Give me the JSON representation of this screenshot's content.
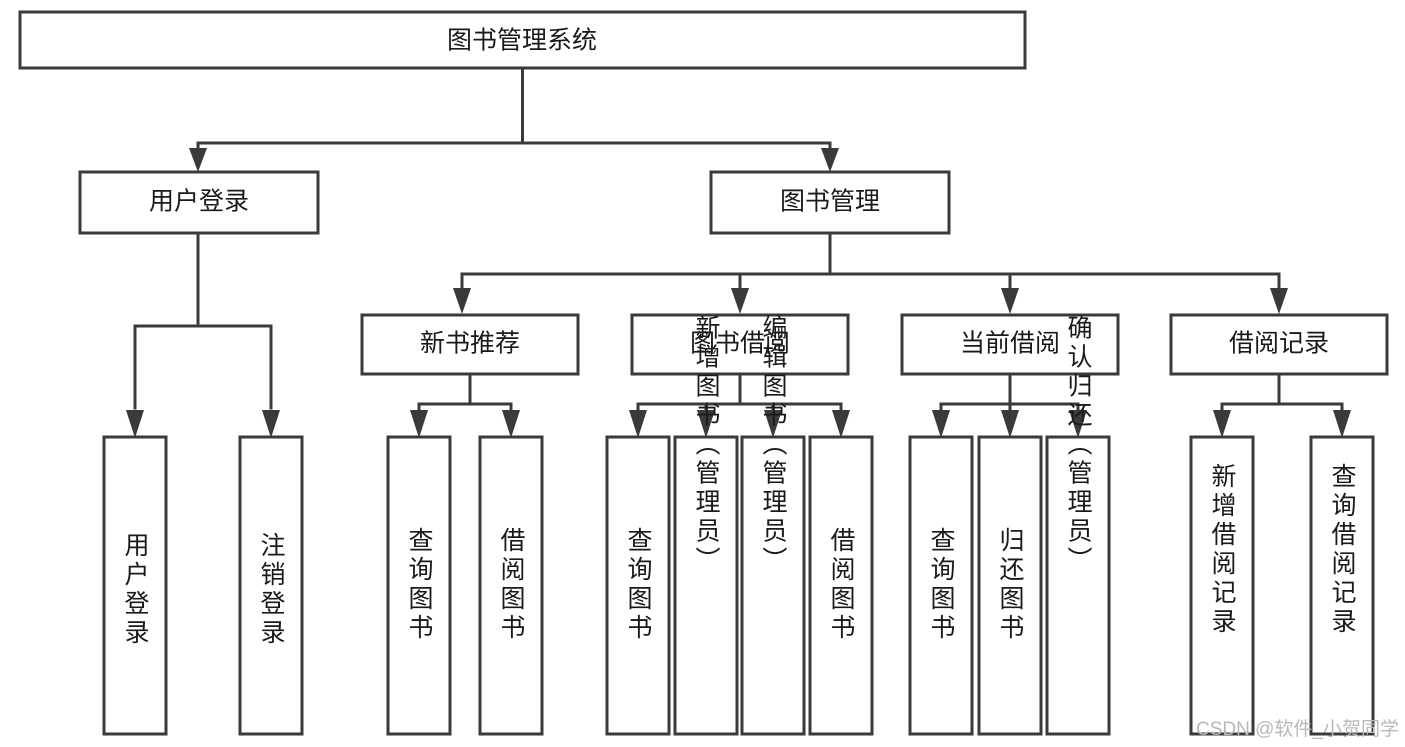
{
  "diagram": {
    "type": "tree-hierarchy-chart",
    "title": "图书管理系统",
    "orientation": "top-down",
    "colors": {
      "box_fill": "#ffffff",
      "box_stroke": "#3a3a3a",
      "text": "#1a1a1a",
      "watermark": "#b8b8b8",
      "background": "#ffffff"
    },
    "levels": {
      "root": {
        "label": "图书管理系统",
        "orientation": "horizontal"
      },
      "level2": [
        {
          "label": "用户登录",
          "orientation": "horizontal"
        },
        {
          "label": "图书管理",
          "orientation": "horizontal"
        }
      ],
      "level3": [
        {
          "label": "新书推荐",
          "orientation": "horizontal"
        },
        {
          "label": "图书借阅",
          "orientation": "horizontal"
        },
        {
          "label": "当前借阅",
          "orientation": "horizontal"
        },
        {
          "label": "借阅记录",
          "orientation": "horizontal"
        }
      ],
      "leaves": [
        {
          "label": "用户登录",
          "orientation": "vertical",
          "parent": "用户登录"
        },
        {
          "label": "注销登录",
          "orientation": "vertical",
          "parent": "用户登录"
        },
        {
          "label": "查询图书",
          "orientation": "vertical",
          "parent": "新书推荐"
        },
        {
          "label": "借阅图书",
          "orientation": "vertical",
          "parent": "新书推荐"
        },
        {
          "label": "查询图书",
          "orientation": "vertical",
          "parent": "图书借阅"
        },
        {
          "label": "新增图书（管理员）",
          "orientation": "vertical",
          "parent": "图书借阅"
        },
        {
          "label": "编辑图书（管理员）",
          "orientation": "vertical",
          "parent": "图书借阅"
        },
        {
          "label": "借阅图书",
          "orientation": "vertical",
          "parent": "图书借阅"
        },
        {
          "label": "查询图书",
          "orientation": "vertical",
          "parent": "当前借阅"
        },
        {
          "label": "归还图书",
          "orientation": "vertical",
          "parent": "当前借阅"
        },
        {
          "label": "确认归还（管理员）",
          "orientation": "vertical",
          "parent": "当前借阅"
        },
        {
          "label": "新增借阅记录",
          "orientation": "vertical",
          "parent": "借阅记录"
        },
        {
          "label": "查询借阅记录",
          "orientation": "vertical",
          "parent": "借阅记录"
        }
      ]
    },
    "watermark": "CSDN @软件_小贺同学"
  }
}
